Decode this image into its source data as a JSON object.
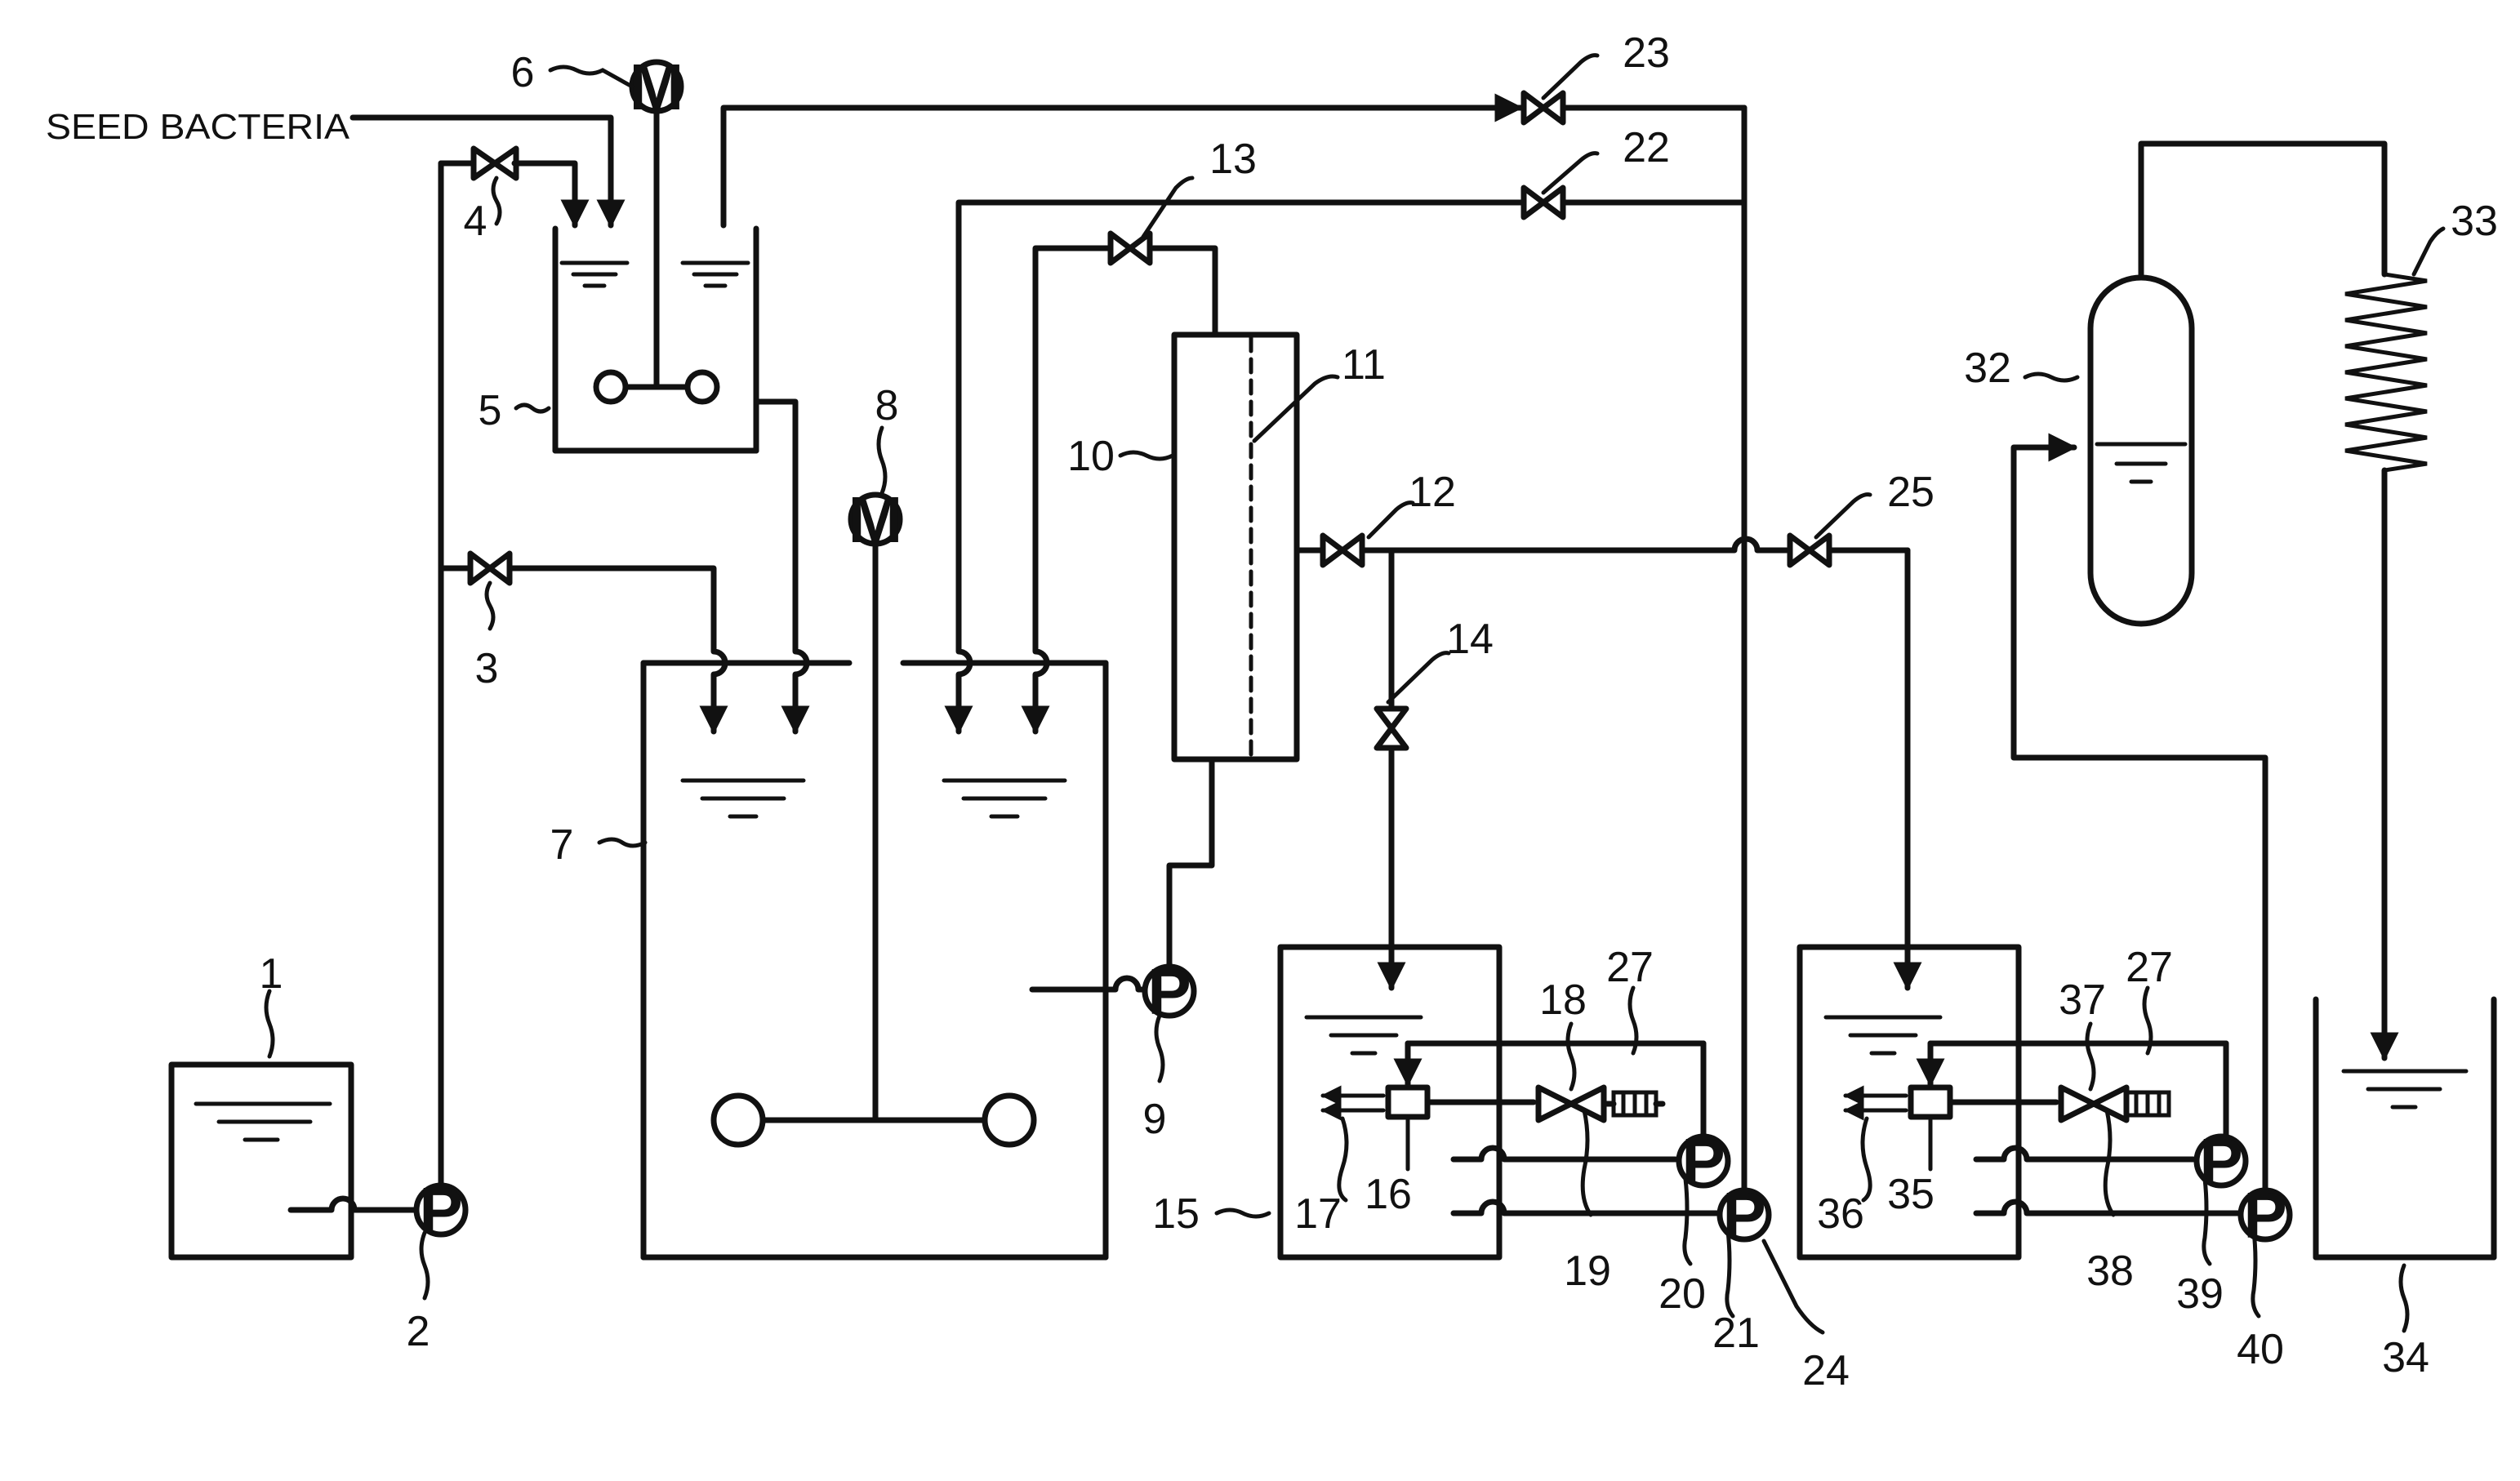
{
  "labels": {
    "seed": "SEED BACTERIA",
    "pump": "P",
    "motor": "M"
  },
  "numbers": {
    "n1": "1",
    "n2": "2",
    "n3": "3",
    "n4": "4",
    "n5": "5",
    "n6": "6",
    "n7": "7",
    "n8": "8",
    "n9": "9",
    "n10": "10",
    "n11": "11",
    "n12": "12",
    "n13": "13",
    "n14": "14",
    "n15": "15",
    "n16": "16",
    "n17": "17",
    "n18": "18",
    "n19": "19",
    "n20": "20",
    "n21": "21",
    "n22": "22",
    "n23": "23",
    "n24": "24",
    "n25": "25",
    "n27a": "27",
    "n27b": "27",
    "n32": "32",
    "n33": "33",
    "n34": "34",
    "n35": "35",
    "n36": "36",
    "n37": "37",
    "n38": "38",
    "n39": "39",
    "n40": "40"
  }
}
